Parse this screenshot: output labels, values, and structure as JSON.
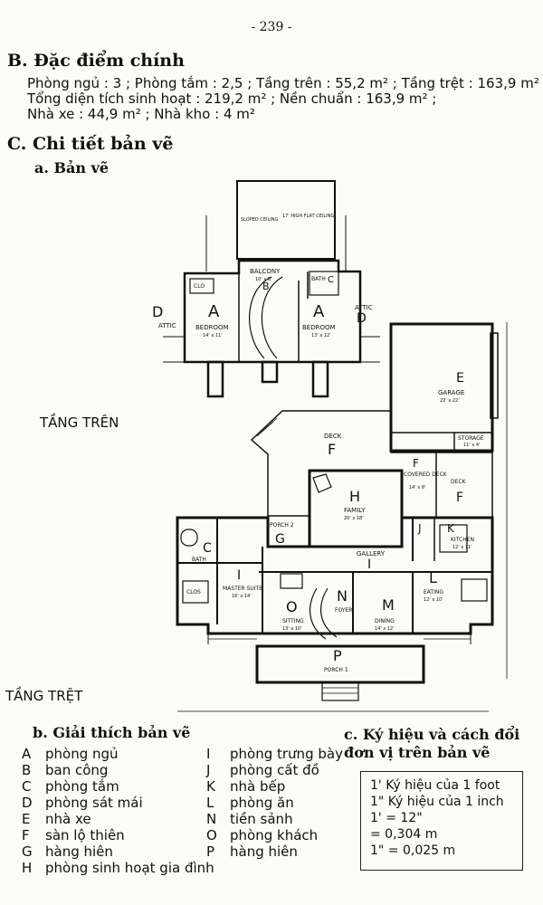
{
  "page_number": "- 239 -",
  "section_b": {
    "title": "B. Đặc điểm chính",
    "line1": "Phòng ngủ : 3 ; Phòng tắm : 2,5 ; Tầng trên : 55,2 m² ; Tầng trệt : 163,9 m²",
    "line2": "Tổng diện tích sinh hoạt : 219,2 m²   ;   Nền chuẩn : 163,9 m² ;",
    "line3": "Nhà xe : 44,9 m²   ;   Nhà kho : 4 m²"
  },
  "section_c": {
    "title": "C. Chi tiết bản vẽ",
    "sub_a": "a. Bản vẽ"
  },
  "floor_labels": {
    "upper": "TẦNG TRÊN",
    "lower": "TẦNG TRỆT"
  },
  "upper_plan": {
    "sloped": "SLOPED CEILING",
    "flat": "17' HIGH FLAT CEILING",
    "clo": "CLO",
    "balcony": "BALCONY",
    "balcony_size": "10' x 8'",
    "balcony_letter": "B",
    "bath": "BATH",
    "bath_letter": "C",
    "attic_left": "ATTIC",
    "attic_right": "ATTIC",
    "d_left": "D",
    "d_right": "D",
    "bed1_letter": "A",
    "bed1": "BEDROOM",
    "bed1_size": "14' x 11'",
    "bed2_letter": "A",
    "bed2": "BEDROOM",
    "bed2_size": "13' x 12'"
  },
  "lower_plan": {
    "garage_letter": "E",
    "garage": "GARAGE",
    "garage_size": "22' x 22'",
    "storage": "STORAGE",
    "storage_size": "11' x 4'",
    "deck": "DECK",
    "deck_letter": "F",
    "covered_deck": "COVERED DECK",
    "covered_size": "14' x 8'",
    "covered_letter": "F",
    "deck2": "DECK",
    "deck2_letter": "F",
    "family_letter": "H",
    "family": "FAMILY",
    "family_size": "20' x 18'",
    "porch2": "PORCH 2",
    "porch2_letter": "G",
    "bath_letter": "C",
    "bath": "BATH",
    "clos": "CLOS",
    "master_letter": "I",
    "master": "MASTER SUITE",
    "master_size": "16' x 14'",
    "gallery": "GALLERY",
    "gallery_letter": "I",
    "utility_letter": "J",
    "kitchen_letter": "K",
    "kitchen": "KITCHEN",
    "kitchen_size": "12' x 11'",
    "eating_letter": "L",
    "eating": "EATING",
    "eating_size": "12' x 10'",
    "sitting_letter": "O",
    "sitting": "SITTING",
    "sitting_size": "13' x 10'",
    "foyer_letter": "N",
    "foyer": "FOYER",
    "dining_letter": "M",
    "dining": "DINING",
    "dining_size": "14' x 12'",
    "porch_letter": "P",
    "porch": "PORCH 1"
  },
  "legend": {
    "title": "b. Giải thích bản vẽ",
    "col1": [
      {
        "k": "A",
        "v": "phòng ngủ"
      },
      {
        "k": "B",
        "v": "ban công"
      },
      {
        "k": "C",
        "v": "phòng tắm"
      },
      {
        "k": "D",
        "v": "phòng sát mái"
      },
      {
        "k": "E",
        "v": "nhà xe"
      },
      {
        "k": "F",
        "v": "sàn lộ thiên"
      },
      {
        "k": "G",
        "v": "hàng hiên"
      },
      {
        "k": "H",
        "v": "phòng sinh hoạt gia đình"
      }
    ],
    "col2": [
      {
        "k": "I",
        "v": "phòng trưng bày"
      },
      {
        "k": "J",
        "v": "phòng cất đồ"
      },
      {
        "k": "K",
        "v": "nhà bếp"
      },
      {
        "k": "L",
        "v": "phòng ăn"
      },
      {
        "k": "N",
        "v": "tiền sảnh"
      },
      {
        "k": "O",
        "v": "phòng khách"
      },
      {
        "k": "P",
        "v": "hàng hiên"
      }
    ]
  },
  "units": {
    "title": "c. Ký hiệu và cách đổi đơn vị trên bản vẽ",
    "l1": "1' Ký hiệu của 1 foot",
    "l2": "1\" Ký hiệu của 1 inch",
    "l3": "1'   = 12\"",
    "l4": "      = 0,304 m",
    "l5": "1\"   = 0,025 m"
  }
}
